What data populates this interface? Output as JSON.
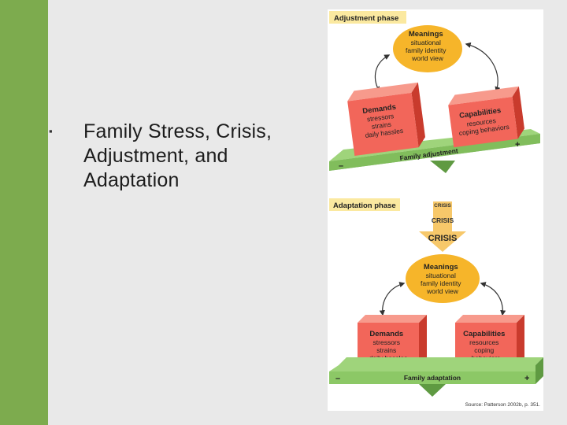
{
  "slide": {
    "bullet_marker": "▪",
    "bullet_text": "Family Stress, Crisis,\nAdjustment, and\nAdaptation"
  },
  "figure": {
    "adjustment": {
      "phase_label": "Adjustment phase",
      "meanings": {
        "title": "Meanings",
        "lines": [
          "situational",
          "family identity",
          "world view"
        ]
      },
      "demands": {
        "title": "Demands",
        "lines": [
          "stressors",
          "strains",
          "daily hassles"
        ]
      },
      "capabilities": {
        "title": "Capabilities",
        "lines": [
          "resources",
          "coping behaviors"
        ]
      },
      "plank_label": "Family adjustment",
      "minus": "–",
      "plus": "+"
    },
    "adaptation": {
      "phase_label": "Adaptation phase",
      "crisis": [
        "CRISIS",
        "CRISIS",
        "CRISIS"
      ],
      "meanings": {
        "title": "Meanings",
        "lines": [
          "situational",
          "family identity",
          "world view"
        ]
      },
      "demands": {
        "title": "Demands",
        "lines": [
          "stressors",
          "strains",
          "daily hassles"
        ]
      },
      "capabilities": {
        "title": "Capabilities",
        "lines": [
          "resources",
          "coping",
          "behaviors"
        ]
      },
      "plank_label": "Family adaptation",
      "minus": "–",
      "plus": "+"
    },
    "source": "Source: Patterson 2002b, p. 351."
  },
  "colors": {
    "sidebar": "#7dab4e",
    "background": "#e9e9e9",
    "phase_label_bg": "#fbe9a0",
    "meanings": "#f6b52a",
    "box_front": "#f2665a",
    "box_top": "#f79a8c",
    "box_side": "#c93b2d",
    "plank": "#8cc866",
    "plank_dark": "#5f9a42",
    "arrow": "#f7c86a"
  }
}
